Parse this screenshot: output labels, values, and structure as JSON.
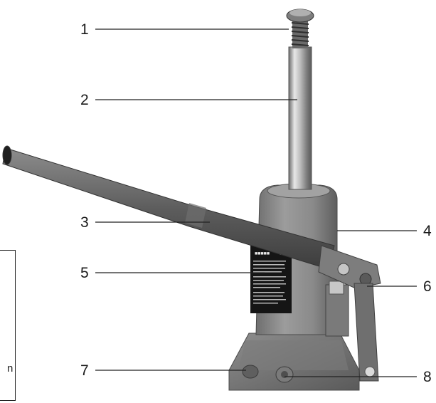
{
  "callouts": [
    {
      "id": "1",
      "label": "1"
    },
    {
      "id": "2",
      "label": "2"
    },
    {
      "id": "3",
      "label": "3"
    },
    {
      "id": "4",
      "label": "4"
    },
    {
      "id": "5",
      "label": "5"
    },
    {
      "id": "6",
      "label": "6"
    },
    {
      "id": "7",
      "label": "7"
    },
    {
      "id": "8",
      "label": "8"
    }
  ],
  "label_panel": {
    "brand": "■■■■■",
    "mark": "CE"
  },
  "left_fragment": {
    "char": "n"
  },
  "colors": {
    "jack_body": "#8a8a8a",
    "jack_dark": "#555555",
    "ram_light": "#d9d9d9",
    "label_panel": "#111111",
    "leader_line": "#222222"
  }
}
